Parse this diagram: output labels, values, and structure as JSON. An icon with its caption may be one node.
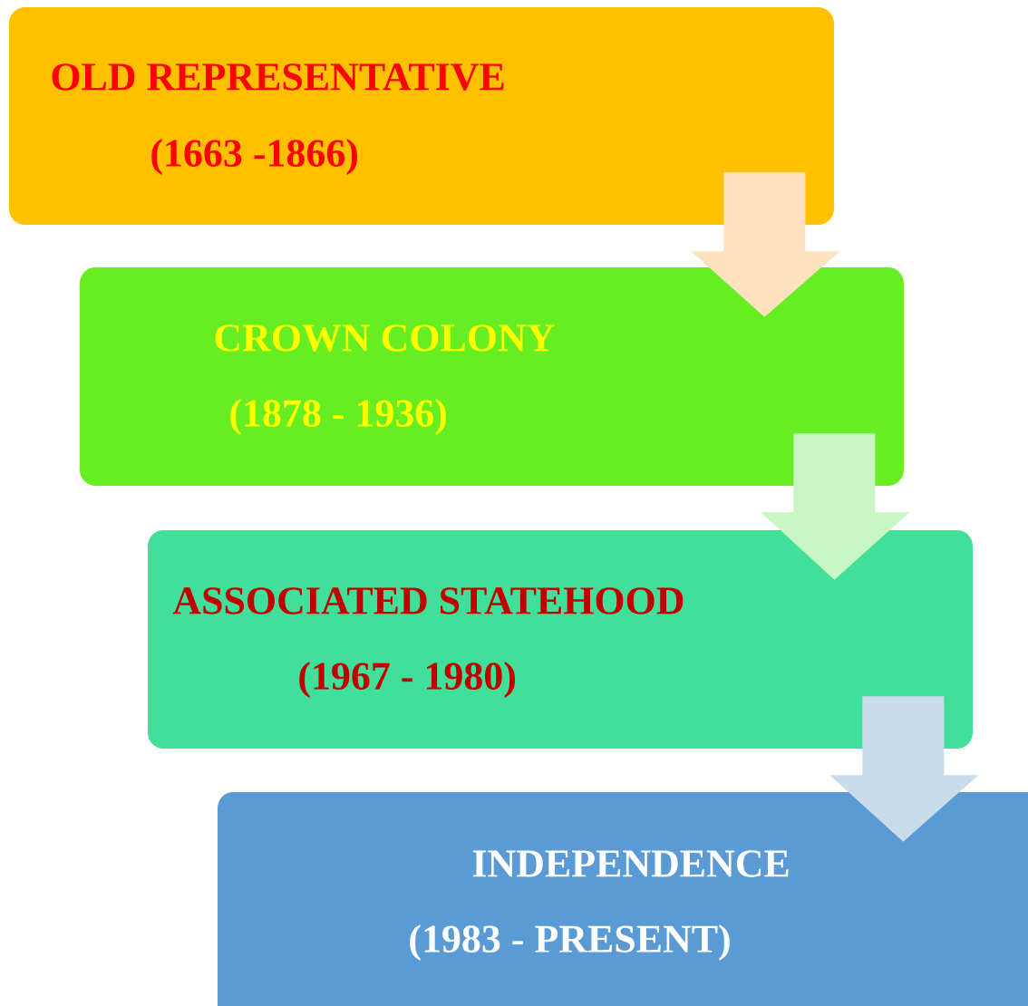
{
  "diagram": {
    "nodes": [
      {
        "text": [
          "OLD REPRESENTATIVE",
          "(1663 -1866)"
        ]
      },
      {
        "text": [
          "CROWN COLONY",
          "(1878 - 1936)"
        ]
      },
      {
        "text": [
          "ASSOCIATED STATEHOOD",
          "(1967 - 1980)"
        ]
      },
      {
        "text": [
          "INDEPENDENCE",
          "(1983 - PRESENT)"
        ]
      }
    ],
    "edges": [
      {
        "from": 0,
        "to": 1,
        "arrow": "to",
        "color": "#fde3bd"
      },
      {
        "from": 1,
        "to": 2,
        "arrow": "to",
        "color": "#c8f6c4"
      },
      {
        "from": 2,
        "to": 3,
        "arrow": "to",
        "color": "#c9dcec"
      }
    ]
  }
}
